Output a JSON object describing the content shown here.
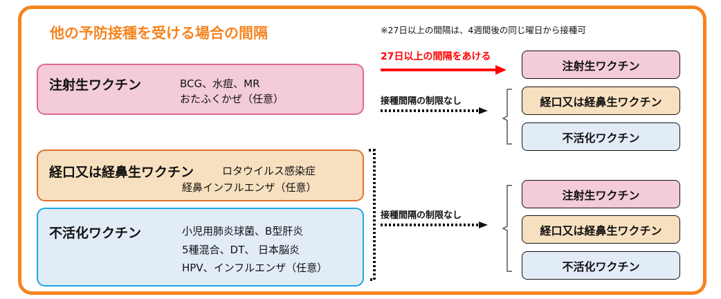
{
  "title": "他の予防接種を受ける場合の間隔",
  "note": "※27日以上の間隔は、4週間後の同じ曜日から接種可",
  "left": {
    "live_injection": {
      "name": "注射生ワクチン",
      "details": [
        "BCG、水痘、MR",
        "おたふくかぜ（任意）"
      ]
    },
    "oral_nasal": {
      "name": "経口又は経鼻生ワクチン",
      "details": [
        "ロタウイルス感染症",
        "経鼻インフルエンザ（任意）"
      ]
    },
    "inactivated": {
      "name": "不活化ワクチン",
      "details": [
        "小児用肺炎球菌、B型肝炎",
        "5種混合、DT、 日本脳炎",
        "HPV、インフルエンザ（任意）"
      ]
    }
  },
  "arrows": {
    "red_label": "27日以上の間隔をあける",
    "no_limit_1": "接種間隔の制限なし",
    "no_limit_2": "接種間隔の制限なし"
  },
  "right_top": [
    "注射生ワクチン",
    "経口又は経鼻生ワクチン",
    "不活化ワクチン"
  ],
  "right_bottom": [
    "注射生ワクチン",
    "経口又は経鼻生ワクチン",
    "不活化ワクチン"
  ],
  "colors": {
    "frame": "#f5841f",
    "red": "#ff0000",
    "pink": "#f3cbd9",
    "orange": "#f7e0bf",
    "blue": "#e2ecf7"
  }
}
